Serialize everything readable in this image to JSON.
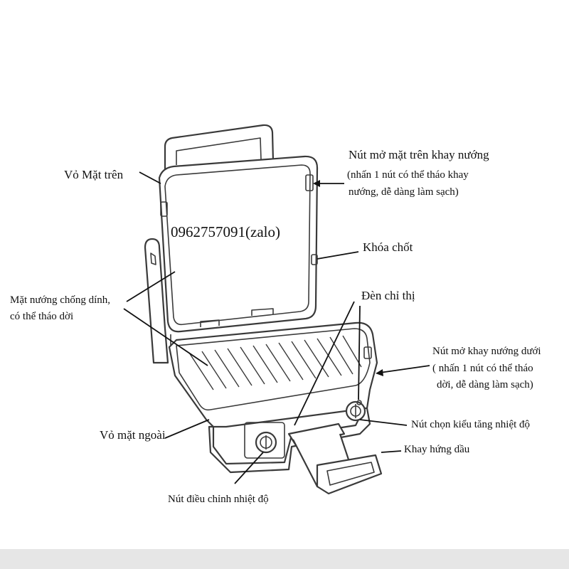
{
  "labels": {
    "upper_shell": "Vỏ Mặt trên",
    "top_plate_release": "Nút mở mặt trên khay nướng",
    "top_plate_release_note_1": "(nhấn 1 nút có thể tháo khay",
    "top_plate_release_note_2": "nướng, dễ dàng làm sạch)",
    "latch": "Khóa chốt",
    "nonstick_plate_1": "Mặt nướng chống dính,",
    "nonstick_plate_2": "có thể tháo dời",
    "indicator_light": "Đèn chỉ thị",
    "bottom_plate_release": "Nút mở khay nướng dưới",
    "bottom_plate_release_note_1": "( nhấn 1 nút có thể tháo",
    "bottom_plate_release_note_2": "dời, dễ dàng làm sạch)",
    "temp_mode_button": "Nút chọn kiểu tăng nhiệt độ",
    "outer_shell": "Vỏ mặt ngoài",
    "drip_tray": "Khay hứng dầu",
    "temp_control_knob": "Nút điều chỉnh nhiệt độ"
  },
  "watermark": "0962757091(zalo)"
}
